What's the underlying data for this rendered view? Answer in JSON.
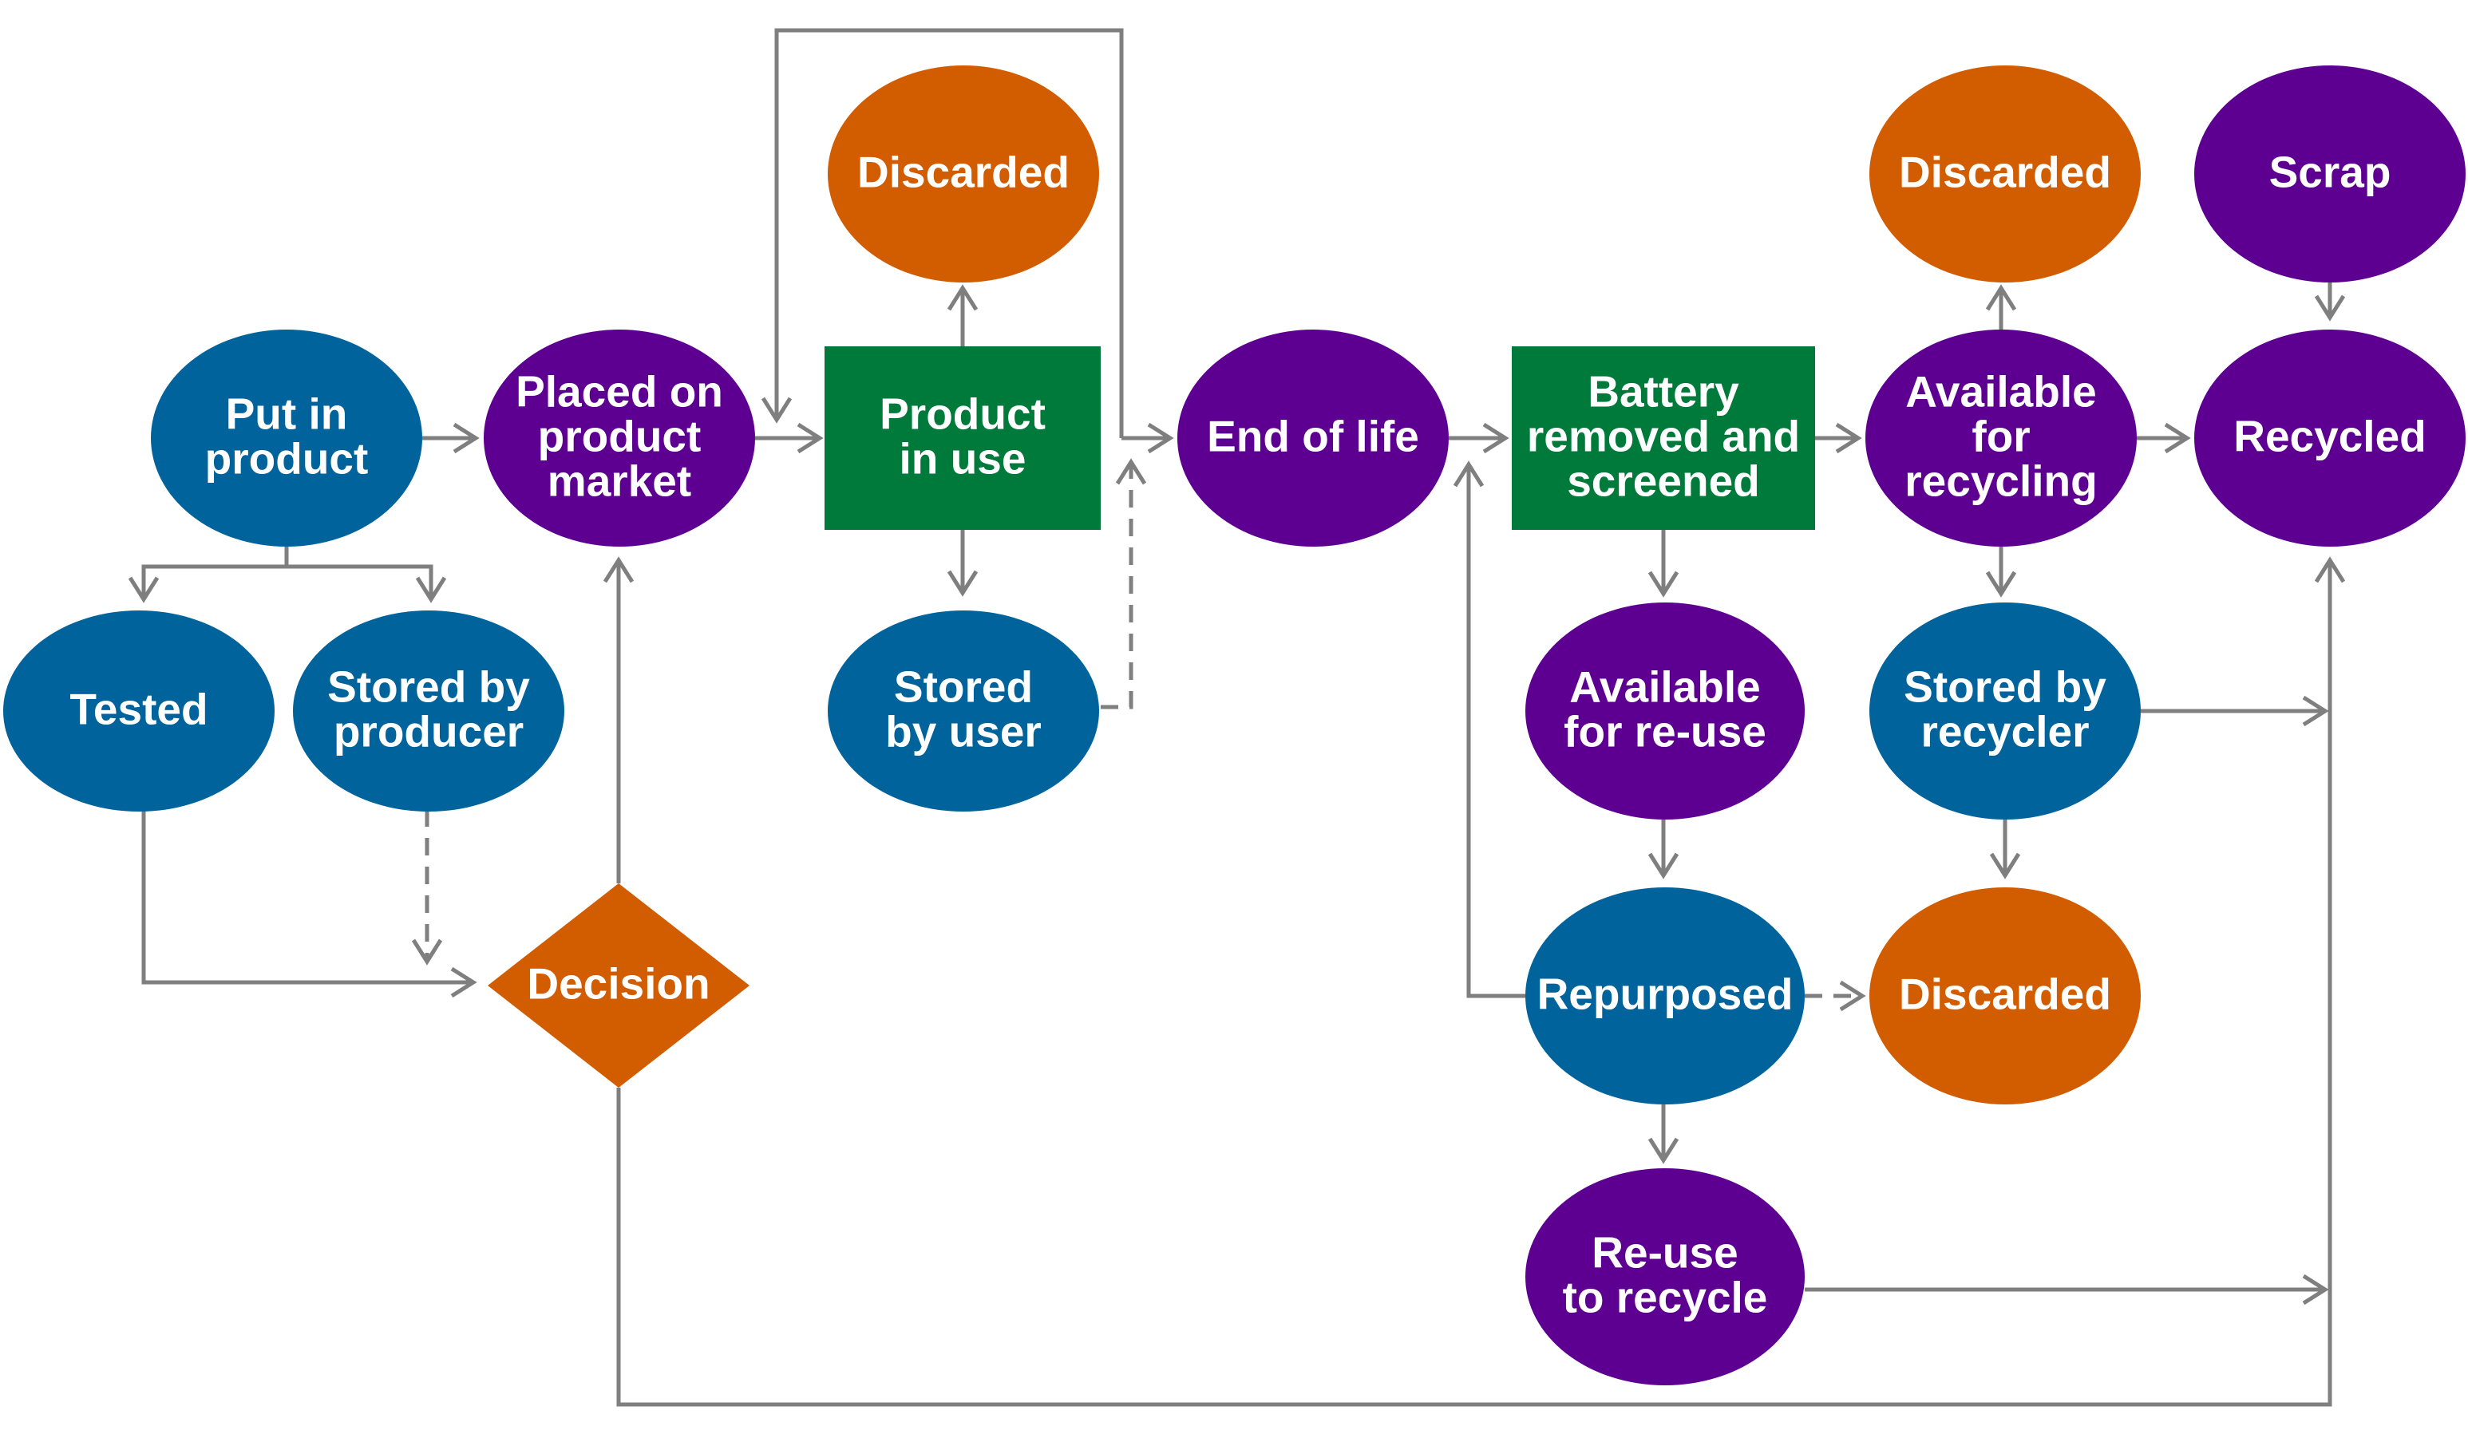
{
  "colors": {
    "blue": "#00639c",
    "purple": "#5d0092",
    "orange": "#d25c00",
    "green": "#007a3a",
    "connector": "#7f7f7f",
    "text": "#ffffff"
  },
  "nodes": {
    "put_in_product": {
      "shape": "ellipse",
      "color": "blue",
      "lines": [
        "Put in",
        "product"
      ]
    },
    "placed_on_market": {
      "shape": "ellipse",
      "color": "purple",
      "lines": [
        "Placed on",
        "product",
        "market"
      ]
    },
    "tested": {
      "shape": "ellipse",
      "color": "blue",
      "lines": [
        "Tested"
      ]
    },
    "stored_by_producer": {
      "shape": "ellipse",
      "color": "blue",
      "lines": [
        "Stored by",
        "producer"
      ]
    },
    "decision": {
      "shape": "diamond",
      "color": "orange",
      "lines": [
        "Decision"
      ]
    },
    "discarded_1": {
      "shape": "ellipse",
      "color": "orange",
      "lines": [
        "Discarded"
      ]
    },
    "product_in_use": {
      "shape": "rect",
      "color": "green",
      "lines": [
        "Product",
        "in use"
      ]
    },
    "stored_by_user": {
      "shape": "ellipse",
      "color": "blue",
      "lines": [
        "Stored",
        "by user"
      ]
    },
    "end_of_life": {
      "shape": "ellipse",
      "color": "purple",
      "lines": [
        "End of life"
      ]
    },
    "battery_removed": {
      "shape": "rect",
      "color": "green",
      "lines": [
        "Battery",
        "removed and",
        "screened"
      ]
    },
    "available_reuse": {
      "shape": "ellipse",
      "color": "purple",
      "lines": [
        "Available",
        "for re-use"
      ]
    },
    "repurposed": {
      "shape": "ellipse",
      "color": "blue",
      "lines": [
        "Repurposed"
      ]
    },
    "reuse_to_recycle": {
      "shape": "ellipse",
      "color": "purple",
      "lines": [
        "Re-use",
        "to recycle"
      ]
    },
    "discarded_2": {
      "shape": "ellipse",
      "color": "orange",
      "lines": [
        "Discarded"
      ]
    },
    "available_recycling": {
      "shape": "ellipse",
      "color": "purple",
      "lines": [
        "Available",
        "for",
        "recycling"
      ]
    },
    "stored_by_recycler": {
      "shape": "ellipse",
      "color": "blue",
      "lines": [
        "Stored by",
        "recycler"
      ]
    },
    "discarded_3": {
      "shape": "ellipse",
      "color": "orange",
      "lines": [
        "Discarded"
      ]
    },
    "scrap": {
      "shape": "ellipse",
      "color": "purple",
      "lines": [
        "Scrap"
      ]
    },
    "recycled": {
      "shape": "ellipse",
      "color": "purple",
      "lines": [
        "Recycled"
      ]
    }
  },
  "edges": [
    {
      "from": "put_in_product",
      "to": "placed_on_market",
      "style": "solid"
    },
    {
      "from": "put_in_product",
      "to": "tested",
      "style": "solid"
    },
    {
      "from": "put_in_product",
      "to": "stored_by_producer",
      "style": "solid"
    },
    {
      "from": "tested",
      "to": "decision",
      "style": "solid"
    },
    {
      "from": "stored_by_producer",
      "to": "decision",
      "style": "dashed"
    },
    {
      "from": "decision",
      "to": "placed_on_market",
      "style": "solid"
    },
    {
      "from": "decision",
      "to": "recycled",
      "style": "solid"
    },
    {
      "from": "placed_on_market",
      "to": "product_in_use",
      "style": "solid"
    },
    {
      "from": "product_in_use",
      "to": "discarded_1",
      "style": "solid"
    },
    {
      "from": "product_in_use",
      "to": "stored_by_user",
      "style": "solid"
    },
    {
      "from": "product_in_use",
      "to": "product_in_use",
      "style": "solid"
    },
    {
      "from": "product_in_use",
      "to": "end_of_life",
      "style": "solid"
    },
    {
      "from": "stored_by_user",
      "to": "end_of_life",
      "style": "dashed"
    },
    {
      "from": "end_of_life",
      "to": "battery_removed",
      "style": "solid"
    },
    {
      "from": "battery_removed",
      "to": "available_recycling",
      "style": "solid"
    },
    {
      "from": "battery_removed",
      "to": "available_reuse",
      "style": "solid"
    },
    {
      "from": "available_reuse",
      "to": "repurposed",
      "style": "solid"
    },
    {
      "from": "repurposed",
      "to": "battery_removed",
      "style": "solid"
    },
    {
      "from": "repurposed",
      "to": "discarded_2",
      "style": "dashed"
    },
    {
      "from": "repurposed",
      "to": "reuse_to_recycle",
      "style": "solid"
    },
    {
      "from": "reuse_to_recycle",
      "to": "recycled",
      "style": "solid"
    },
    {
      "from": "available_recycling",
      "to": "discarded_3",
      "style": "solid"
    },
    {
      "from": "available_recycling",
      "to": "stored_by_recycler",
      "style": "solid"
    },
    {
      "from": "available_recycling",
      "to": "recycled",
      "style": "solid"
    },
    {
      "from": "stored_by_recycler",
      "to": "discarded_2",
      "style": "solid"
    },
    {
      "from": "stored_by_recycler",
      "to": "recycled",
      "style": "solid"
    },
    {
      "from": "scrap",
      "to": "recycled",
      "style": "solid"
    }
  ]
}
